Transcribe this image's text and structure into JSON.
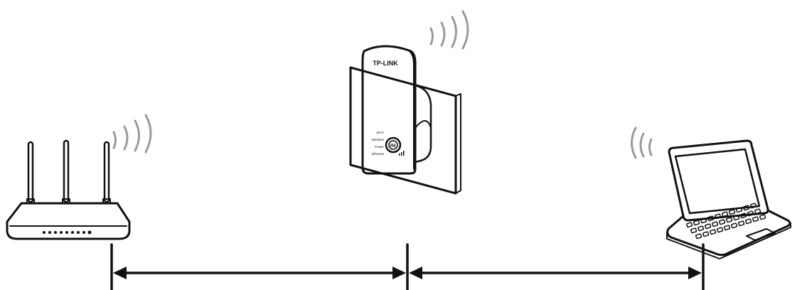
{
  "diagram": {
    "nodes": [
      {
        "id": "router",
        "kind": "wireless-router"
      },
      {
        "id": "extender",
        "kind": "range-extender",
        "brand": "TP-LINK"
      },
      {
        "id": "laptop",
        "kind": "laptop"
      }
    ],
    "extender_labels": {
      "brand": "TP-LINK",
      "led_wifi": "Wi-Fi",
      "led_wireless": "Wireless",
      "led_power": "Power",
      "led_ethernet": "Ethernet",
      "button": "RE"
    },
    "links": [
      {
        "from": "router",
        "to": "extender",
        "style": "double-arrow"
      },
      {
        "from": "extender",
        "to": "laptop",
        "style": "double-arrow"
      }
    ],
    "colors": {
      "ink": "#111111",
      "signal": "#9a9a9a",
      "background": "#ffffff"
    },
    "icons": [
      "wifi-signal-icon",
      "router-icon",
      "range-extender-icon",
      "laptop-icon",
      "double-arrow-icon"
    ]
  }
}
